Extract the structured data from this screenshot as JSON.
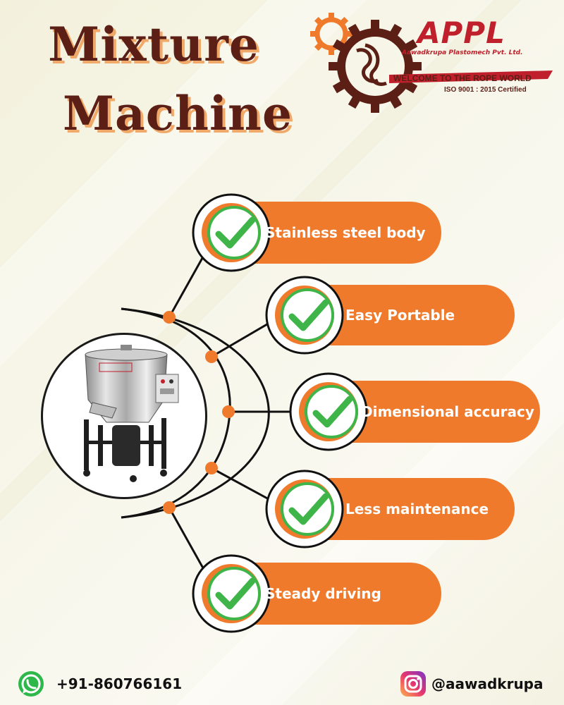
{
  "title": {
    "line1": "Mixture",
    "line2": "Machine"
  },
  "logo": {
    "brand": "APPL",
    "company": "Aawadkrupa Plastomech Pvt. Ltd.",
    "tagline": "WELCOME TO THE ROPE WORLD",
    "certification": "ISO 9001 : 2015 Certified"
  },
  "features": [
    {
      "label": "Stainless steel body"
    },
    {
      "label": "Easy Portable"
    },
    {
      "label": "Dimensional accuracy"
    },
    {
      "label": "Less maintenance"
    },
    {
      "label": "Steady driving"
    }
  ],
  "contact": {
    "phone": "+91-860766161",
    "instagram": "@aawadkrupa"
  },
  "colors": {
    "accent": "#f07a2c",
    "title": "#5b1f16",
    "check": "#3fb549",
    "logo_red": "#c0202b"
  },
  "icons": [
    "check-icon",
    "whatsapp-icon",
    "instagram-icon",
    "gear-icon"
  ]
}
